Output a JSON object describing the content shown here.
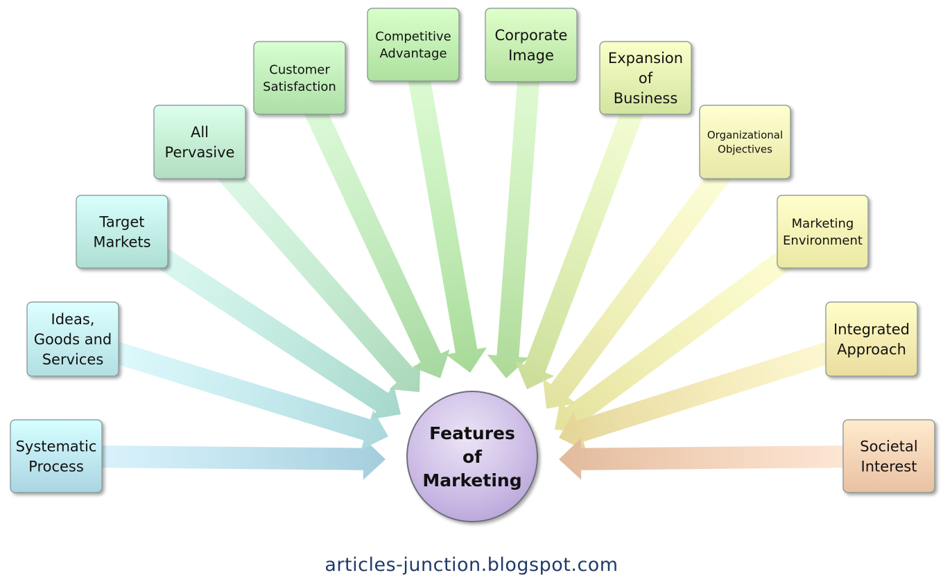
{
  "center": {
    "lines": [
      "Features",
      "of",
      "Marketing"
    ],
    "color": "#cdbde6"
  },
  "nodes": [
    {
      "lines": [
        "Systematic",
        "Process"
      ],
      "color": "#bde6f5"
    },
    {
      "lines": [
        "Ideas,",
        "Goods and",
        "Services"
      ],
      "color": "#c4f1f5"
    },
    {
      "lines": [
        "Target",
        "Markets"
      ],
      "color": "#bff0e4"
    },
    {
      "lines": [
        "All",
        "Pervasive"
      ],
      "color": "#c3f0d2"
    },
    {
      "lines": [
        "Customer",
        "Satisfaction"
      ],
      "color": "#bff0b8"
    },
    {
      "lines": [
        "Competitive",
        "Advantage"
      ],
      "color": "#bff2b0"
    },
    {
      "lines": [
        "Corporate",
        "Image"
      ],
      "color": "#c6f2b1"
    },
    {
      "lines": [
        "Expansion",
        "of",
        "Business"
      ],
      "color": "#e3f6b0"
    },
    {
      "lines": [
        "Organizational",
        "Objectives"
      ],
      "color": "#fafab8"
    },
    {
      "lines": [
        "Marketing",
        "Environment"
      ],
      "color": "#fcfab4"
    },
    {
      "lines": [
        "Integrated",
        "Approach"
      ],
      "color": "#fdeeb0"
    },
    {
      "lines": [
        "Societal",
        "Interest"
      ],
      "color": "#fbd2b4"
    }
  ],
  "footer": "articles-junction.blogspot.com"
}
